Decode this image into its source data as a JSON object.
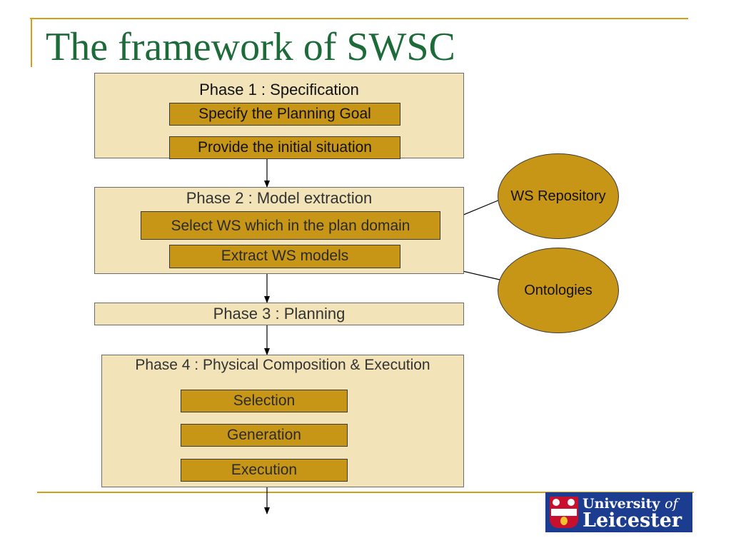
{
  "slide": {
    "title": "The framework of SWSC",
    "accent_color": "#d4a017",
    "title_color": "#1e6b3a"
  },
  "phases": [
    {
      "title": "Phase 1 : Specification",
      "steps": [
        "Specify  the Planning Goal",
        "Provide the initial situation"
      ]
    },
    {
      "title": "Phase 2 : Model extraction",
      "steps": [
        "Select WS which in the plan domain",
        "Extract WS models"
      ]
    },
    {
      "title": "Phase 3 : Planning",
      "steps": []
    },
    {
      "title": "Phase 4 : Physical Composition & Execution",
      "steps": [
        "Selection",
        "Generation",
        "Execution"
      ]
    }
  ],
  "sources": {
    "repository": "WS Repository",
    "ontologies": "Ontologies"
  },
  "colors": {
    "phase_fill": "#f2e4b8",
    "step_fill": "#c89616"
  },
  "logo": {
    "line1": "University",
    "line1_italic": "of",
    "line2": "Leicester"
  }
}
